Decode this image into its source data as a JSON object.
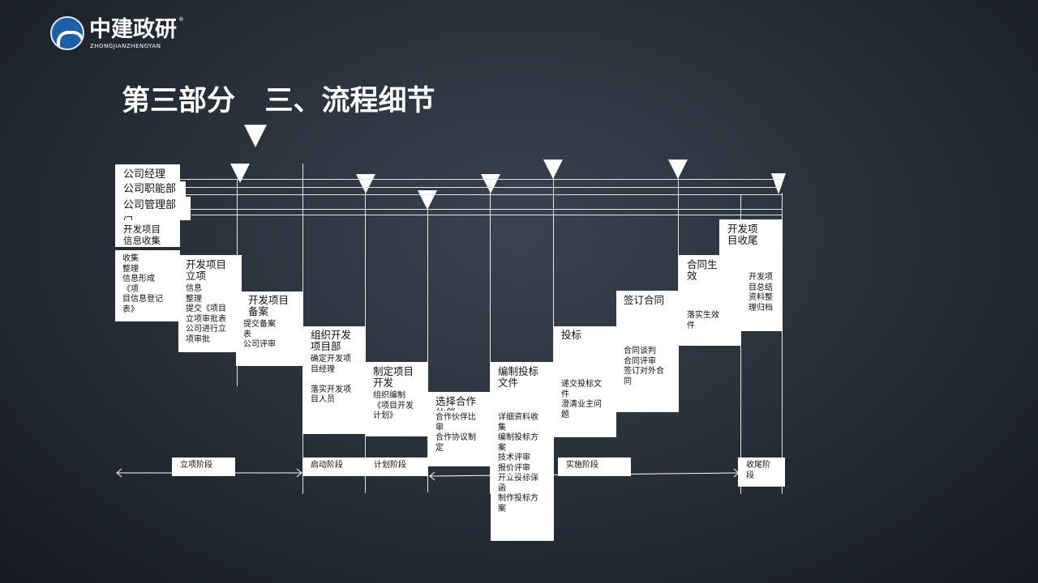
{
  "logo": {
    "brand_text": "中建政研",
    "sub_text": "ZHONGJIANZHENGYAN",
    "reg": "®"
  },
  "title": "第三部分   三、流程细节",
  "rows": {
    "r1": "公司经理",
    "r2": "公司职能部",
    "r3": "公司管理部",
    "r4": "门",
    "r5": "开发项目\n信息收集"
  },
  "steps": [
    {
      "head": "",
      "body": "收集\n整理\n信息形成\n《项\n目信息登记\n表》"
    },
    {
      "head": "开发项目\n立项",
      "body": "信息\n整理\n提交《项目\n立项审批表\n公司进行立\n项审批"
    },
    {
      "head": "开发项目\n备案",
      "body": "提交备案\n表\n公司评审"
    },
    {
      "head": "组织开发\n项目部",
      "body": "确定开发项\n目经理\n\n落实开发项\n目人员"
    },
    {
      "head": "制定项目\n开发",
      "body": "组织编制\n《项目开发\n计划》"
    },
    {
      "head": "选择合作\n伙伴",
      "body": "合作伙伴比\n审\n合作协议制\n定"
    },
    {
      "head": "编制投标\n文件",
      "body": "详细资料收\n集\n编制投标方\n案\n技术评审\n报价评审\n开立投标保\n函\n制作投标方\n案"
    },
    {
      "head": "投标",
      "body": "递交投标文\n件\n澄清业主问\n题"
    },
    {
      "head": "签订合同",
      "body": "合同谈判\n合同评审\n签订对外合\n同"
    },
    {
      "head": "合同生\n效",
      "body": "落实生效条\n件"
    },
    {
      "head": "开发项\n目收尾",
      "body": "开发项\n目总结\n资料整\n理归档"
    }
  ],
  "stages": [
    "立项阶段",
    "启动阶段",
    "计划阶段",
    "实施阶段",
    "收尾阶\n段"
  ],
  "icons": {
    "milestone": "milestone-triangle-icon",
    "arrow": "flow-arrow-icon"
  }
}
